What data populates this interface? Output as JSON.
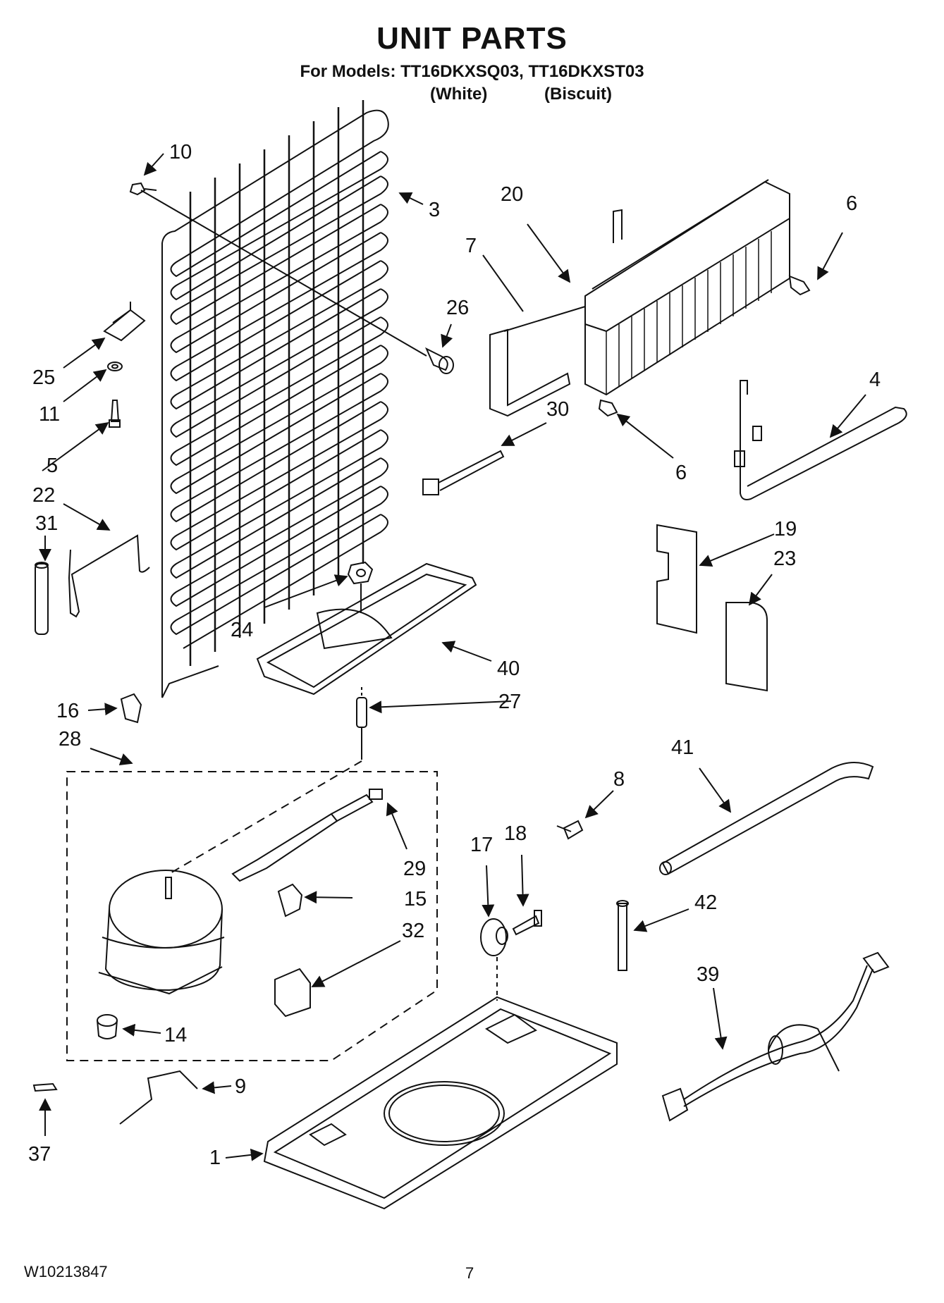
{
  "header": {
    "title": "UNIT PARTS",
    "models": "For Models: TT16DKXSQ03, TT16DKXST03",
    "variants": [
      "(White)",
      "(Biscuit)"
    ]
  },
  "callouts": [
    "10",
    "3",
    "20",
    "6",
    "7",
    "26",
    "25",
    "11",
    "5",
    "30",
    "4",
    "6",
    "22",
    "31",
    "19",
    "23",
    "24",
    "40",
    "27",
    "16",
    "28",
    "41",
    "8",
    "18",
    "17",
    "29",
    "15",
    "32",
    "42",
    "39",
    "14",
    "9",
    "37",
    "1"
  ],
  "footer": {
    "doc_number": "W10213847",
    "page_number": "7"
  }
}
